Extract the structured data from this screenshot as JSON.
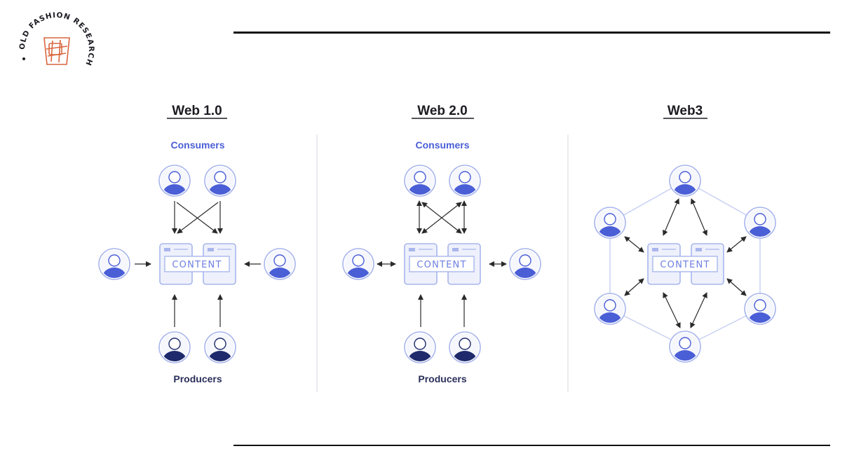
{
  "logo": {
    "text": "OLD FASHION RESEARCH",
    "ring_color": "#1b1b22",
    "glass_color": "#d9663f"
  },
  "columns": [
    {
      "title": "Web 1.0",
      "top_label": "Consumers",
      "bottom_label": "Producers",
      "content_label": "CONTENT"
    },
    {
      "title": "Web 2.0",
      "top_label": "Consumers",
      "bottom_label": "Producers",
      "content_label": "CONTENT"
    },
    {
      "title": "Web3",
      "content_label": "CONTENT"
    }
  ],
  "colors": {
    "consumer": "#4a5ed6",
    "producer": "#1e2a6b",
    "consumer_label": "#4a5ed6",
    "producer_label": "#2a2f5a",
    "content_stroke": "#a9b6ec",
    "content_fill": "#eef1fc",
    "arrow": "#2a2a2a",
    "network_line": "#c9d1f3",
    "divider": "#e4e6ee"
  },
  "icons": {
    "user": "user-avatar-icon",
    "content": "content-document-icon",
    "arrow": "arrow-icon"
  }
}
